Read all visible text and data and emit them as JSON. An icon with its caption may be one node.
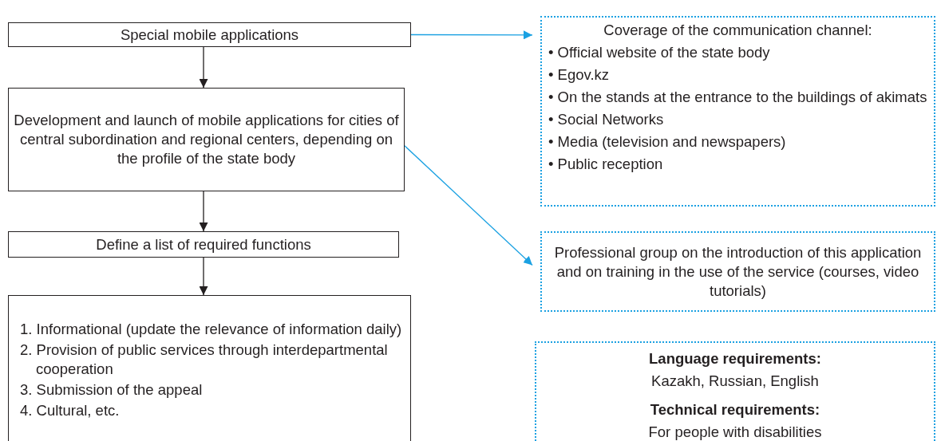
{
  "diagram": {
    "nodes": [
      {
        "text": [
          "Special mobile applications"
        ]
      },
      {
        "text": [
          "Development and launch of mobile applications for cities of central subordination and regional centers, depending on the profile of the state body"
        ]
      },
      {
        "text": [
          "Define a list of required functions"
        ]
      },
      {
        "text": [
          "1. Informational (update the relevance of information daily)",
          "2. Provision of public services through interdepartmental cooperation",
          "3. Submission of the appeal",
          "4. Cultural, etc."
        ]
      },
      {
        "text": [
          "Coverage of the communication channel:",
          "• Official website of the state body",
          "• Egov.kz",
          "• On the stands at the entrance to the buildings of akimats",
          "• Social Networks",
          "• Media (television and newspapers)",
          "• Public reception"
        ]
      },
      {
        "text": [
          "Professional group on the introduction of this application and on training in the use of the service (courses, video tutorials)"
        ]
      },
      {
        "text": [
          "Language requirements:",
          "Kazakh, Russian, English",
          "Technical requirements:",
          "For people with disabilities"
        ]
      }
    ],
    "edges": [
      {
        "from": 0,
        "to": 1,
        "arrow": "to"
      },
      {
        "from": 1,
        "to": 2,
        "arrow": "to"
      },
      {
        "from": 2,
        "to": 3,
        "arrow": "to"
      },
      {
        "from": 0,
        "to": 4,
        "arrow": "to",
        "color": "#1ba1e2"
      },
      {
        "from": 1,
        "to": 5,
        "arrow": "to",
        "color": "#1ba1e2"
      }
    ]
  }
}
